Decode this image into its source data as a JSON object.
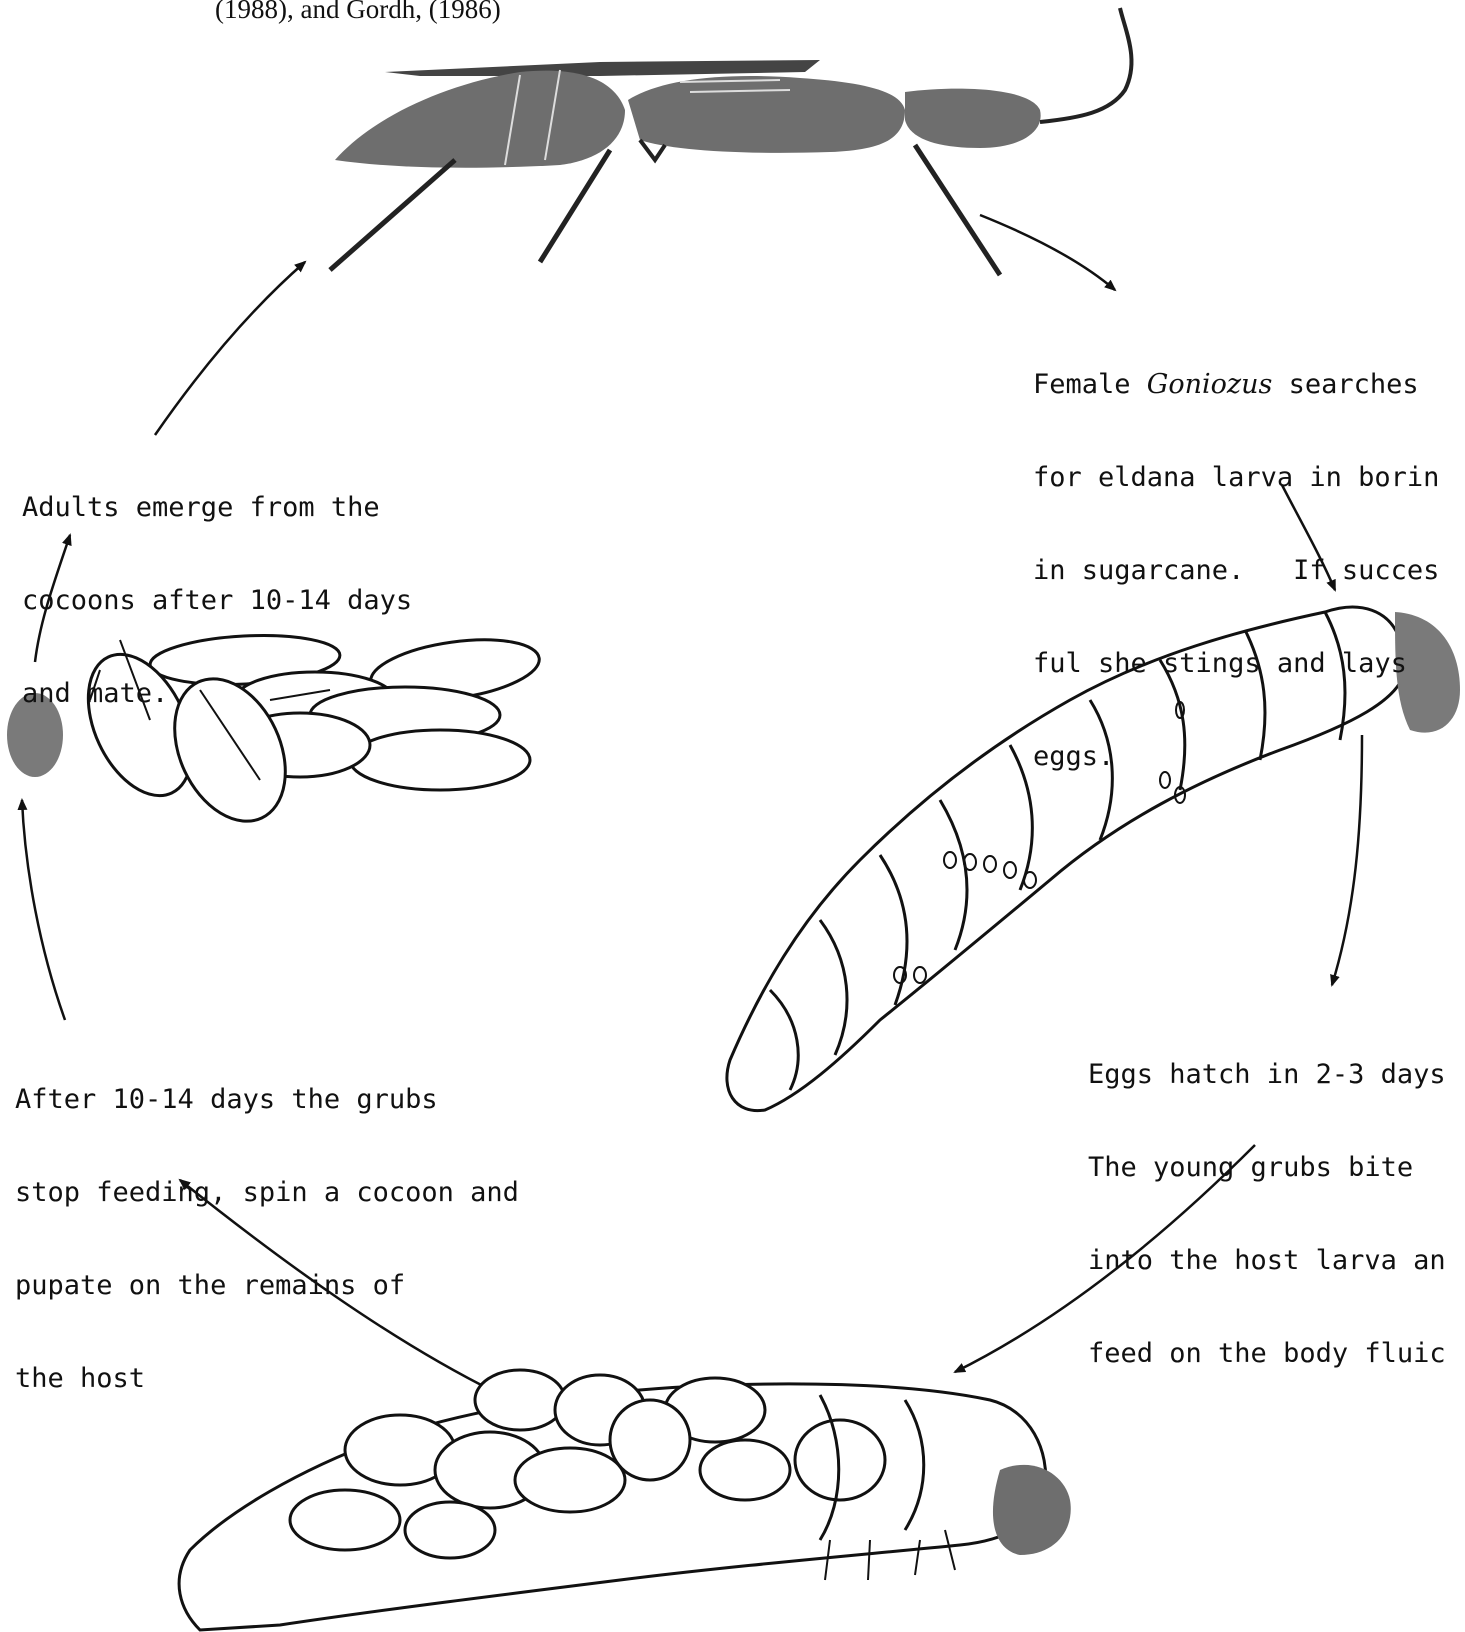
{
  "header": {
    "citation": "(1988), and Gordh, (1986)"
  },
  "stages": [
    {
      "id": "adult",
      "lines": []
    },
    {
      "id": "search",
      "line1_prefix": "Female ",
      "line1_italic": "Goniozus",
      "line1_suffix": " searches",
      "lines": [
        "for eldana larva in borin",
        "in sugarcane.   If succes",
        "ful she stings and lays",
        "eggs."
      ]
    },
    {
      "id": "hatch",
      "lines": [
        "Eggs hatch in 2-3 days",
        "The young grubs bite",
        "into the host larva an",
        "feed on the body fluic"
      ]
    },
    {
      "id": "pupate",
      "lines": [
        "After 10-14 days the grubs",
        "stop feeding, spin a cocoon and",
        "pupate on the remains of",
        "the host"
      ]
    },
    {
      "id": "emerge",
      "lines": [
        "Adults emerge from the",
        "cocoons after 10-14 days",
        "and mate."
      ]
    }
  ],
  "colors": {
    "ink": "#111111",
    "body_fill": "#6e6e6e",
    "head_fill": "#7a7a7a"
  }
}
